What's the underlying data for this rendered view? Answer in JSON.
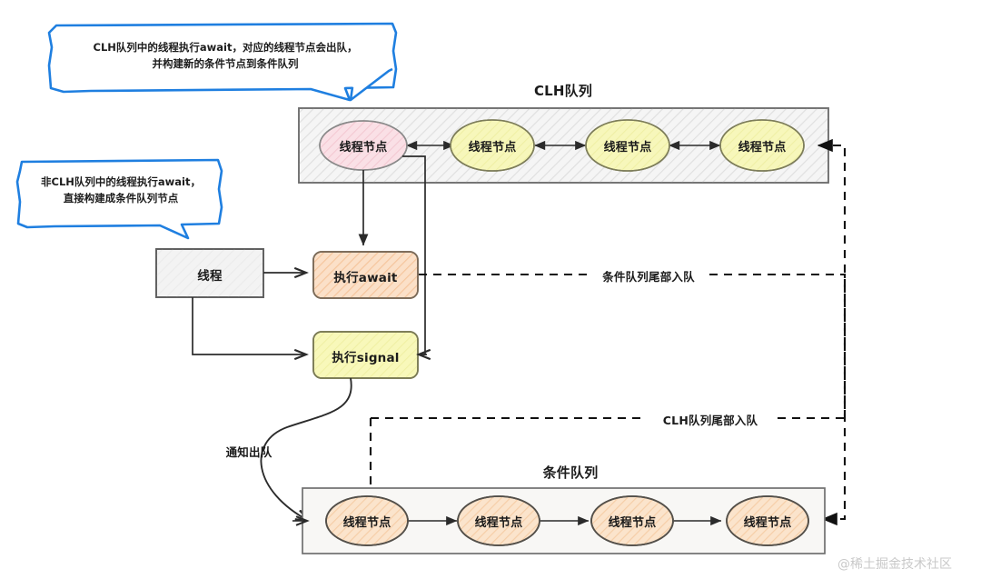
{
  "diagram": {
    "title_clh": "CLH队列",
    "title_condition": "条件队列",
    "watermark": "@稀土掘金技术社区",
    "callouts": [
      {
        "id": "callout-await-clh",
        "line1": "CLH队列中的线程执行await，对应的线程节点会出队，",
        "line2": "并构建新的条件节点到条件队列",
        "color": "#1f7fe0"
      },
      {
        "id": "callout-await-nonclh",
        "line1": "非CLH队列中的线程执行await，",
        "line2": "直接构建成条件队列节点",
        "color": "#1f7fe0"
      }
    ],
    "clh_queue": {
      "label": "CLH队列",
      "nodes": [
        {
          "label": "线程节点",
          "fill": "#f9dde3",
          "highlight": true
        },
        {
          "label": "线程节点",
          "fill": "#f6f6bb",
          "highlight": false
        },
        {
          "label": "线程节点",
          "fill": "#f6f6bb",
          "highlight": false
        },
        {
          "label": "线程节点",
          "fill": "#f6f6bb",
          "highlight": false
        }
      ],
      "connector": "double-arrow",
      "container_fill": "#f4f4f4"
    },
    "condition_queue": {
      "label": "条件队列",
      "nodes": [
        {
          "label": "线程节点",
          "fill": "#fae3cb"
        },
        {
          "label": "线程节点",
          "fill": "#fae3cb"
        },
        {
          "label": "线程节点",
          "fill": "#fae3cb"
        },
        {
          "label": "线程节点",
          "fill": "#fae3cb"
        }
      ],
      "connector": "single-arrow",
      "container_fill": "#f7f6f4"
    },
    "boxes": [
      {
        "id": "thread-box",
        "label": "线程",
        "fill": "#f2f2f2",
        "shape": "rect"
      },
      {
        "id": "await-box",
        "label": "执行await",
        "fill": "#fbdfc6",
        "shape": "round"
      },
      {
        "id": "signal-box",
        "label": "执行signal",
        "fill": "#f8f8b8",
        "shape": "round"
      }
    ],
    "edge_labels": [
      {
        "id": "cond-tail-enqueue",
        "text": "条件队列尾部入队"
      },
      {
        "id": "clh-tail-enqueue",
        "text": "CLH队列尾部入队"
      },
      {
        "id": "notify-dequeue",
        "text": "通知出队"
      }
    ]
  }
}
